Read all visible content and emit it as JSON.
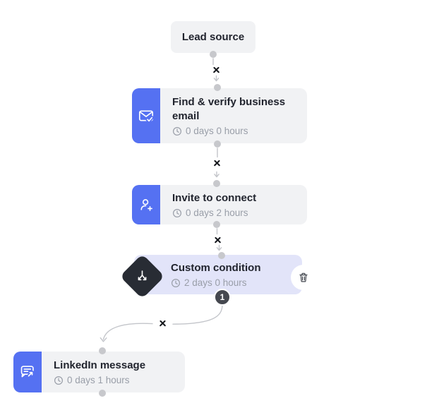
{
  "page": {
    "background": "#ffffff"
  },
  "colors": {
    "accent_blue": "#5571f2",
    "node_bg": "#f1f2f4",
    "condition_bg": "#e2e4f9",
    "diamond_bg": "#282c34",
    "badge_bg": "#45484f",
    "title_text": "#21242e",
    "subtitle_text": "#999ea8",
    "connector": "#c3c5ca",
    "port_dot": "#c7c8cc",
    "delete_x": "#15171c"
  },
  "nodes": {
    "lead_source": {
      "title": "Lead source"
    },
    "find_verify_email": {
      "title": "Find & verify business email",
      "delay": "0 days 0 hours",
      "icon": "email-check-icon"
    },
    "invite_to_connect": {
      "title": "Invite to connect",
      "delay": "0 days 2 hours",
      "icon": "person-add-icon"
    },
    "custom_condition": {
      "title": "Custom condition",
      "delay": "2 days 0 hours",
      "icon": "branch-split-icon",
      "branch_badge": "1"
    },
    "linkedin_message": {
      "title": "LinkedIn message",
      "delay": "0 days 1 hours",
      "icon": "message-send-icon"
    }
  },
  "icons": {
    "clock": "clock",
    "delete_node": "trash-can",
    "delete_connection": "x-cross",
    "email_check": "envelope-with-check",
    "person_add": "person-plus",
    "branch_split": "split-arrows",
    "message_send": "chat-bubble-arrow"
  }
}
